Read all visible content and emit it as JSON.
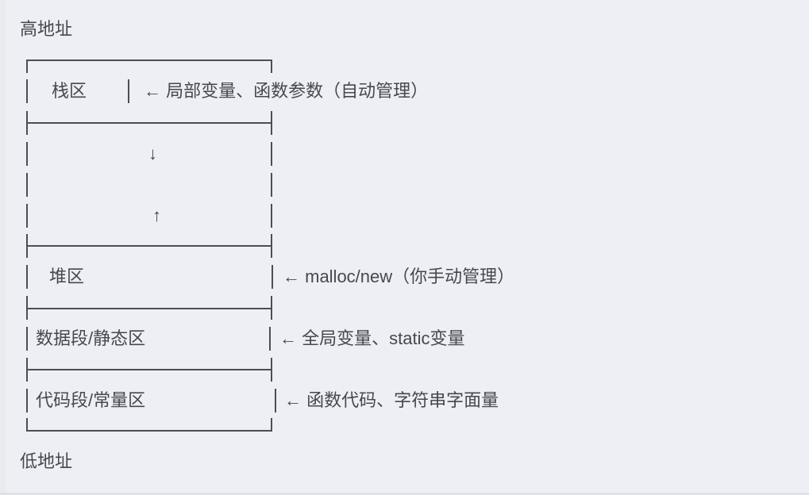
{
  "colors": {
    "background": "#edeff4",
    "edge_strip": "#e8eaee",
    "bottom_edge": "#dfe1e6",
    "ink": "#4b4e54",
    "text": "#45484e"
  },
  "diagram": {
    "title_hint": "memory-layout-ascii-diagram",
    "high_address_label": "高地址",
    "low_address_label": "低地址",
    "grow_down_arrow": "↓",
    "grow_up_arrow": "↑",
    "segments": [
      {
        "name": "栈区",
        "annotation": "← 局部变量、函数参数（自动管理）"
      },
      {
        "name": "堆区",
        "annotation": "← malloc/new（你手动管理）"
      },
      {
        "name": "数据段/静态区",
        "annotation": "← 全局变量、static变量"
      },
      {
        "name": "代码段/常量区",
        "annotation": "← 函数代码、字符串字面量"
      }
    ]
  }
}
